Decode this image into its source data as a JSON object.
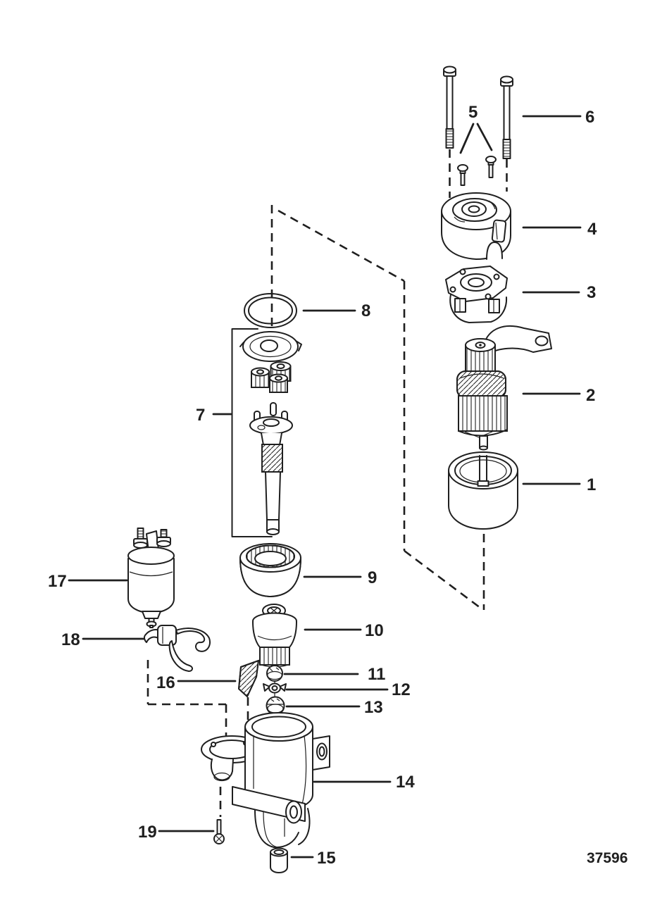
{
  "diagram": {
    "drawing_number": "37596",
    "ink_color": "#1f1f1f",
    "background_color": "#ffffff",
    "callouts": {
      "c1": "1",
      "c2": "2",
      "c3": "3",
      "c4": "4",
      "c5": "5",
      "c6": "6",
      "c7": "7",
      "c8": "8",
      "c9": "9",
      "c10": "10",
      "c11": "11",
      "c12": "12",
      "c13": "13",
      "c14": "14",
      "c15": "15",
      "c16": "16",
      "c17": "17",
      "c18": "18",
      "c19": "19"
    }
  }
}
